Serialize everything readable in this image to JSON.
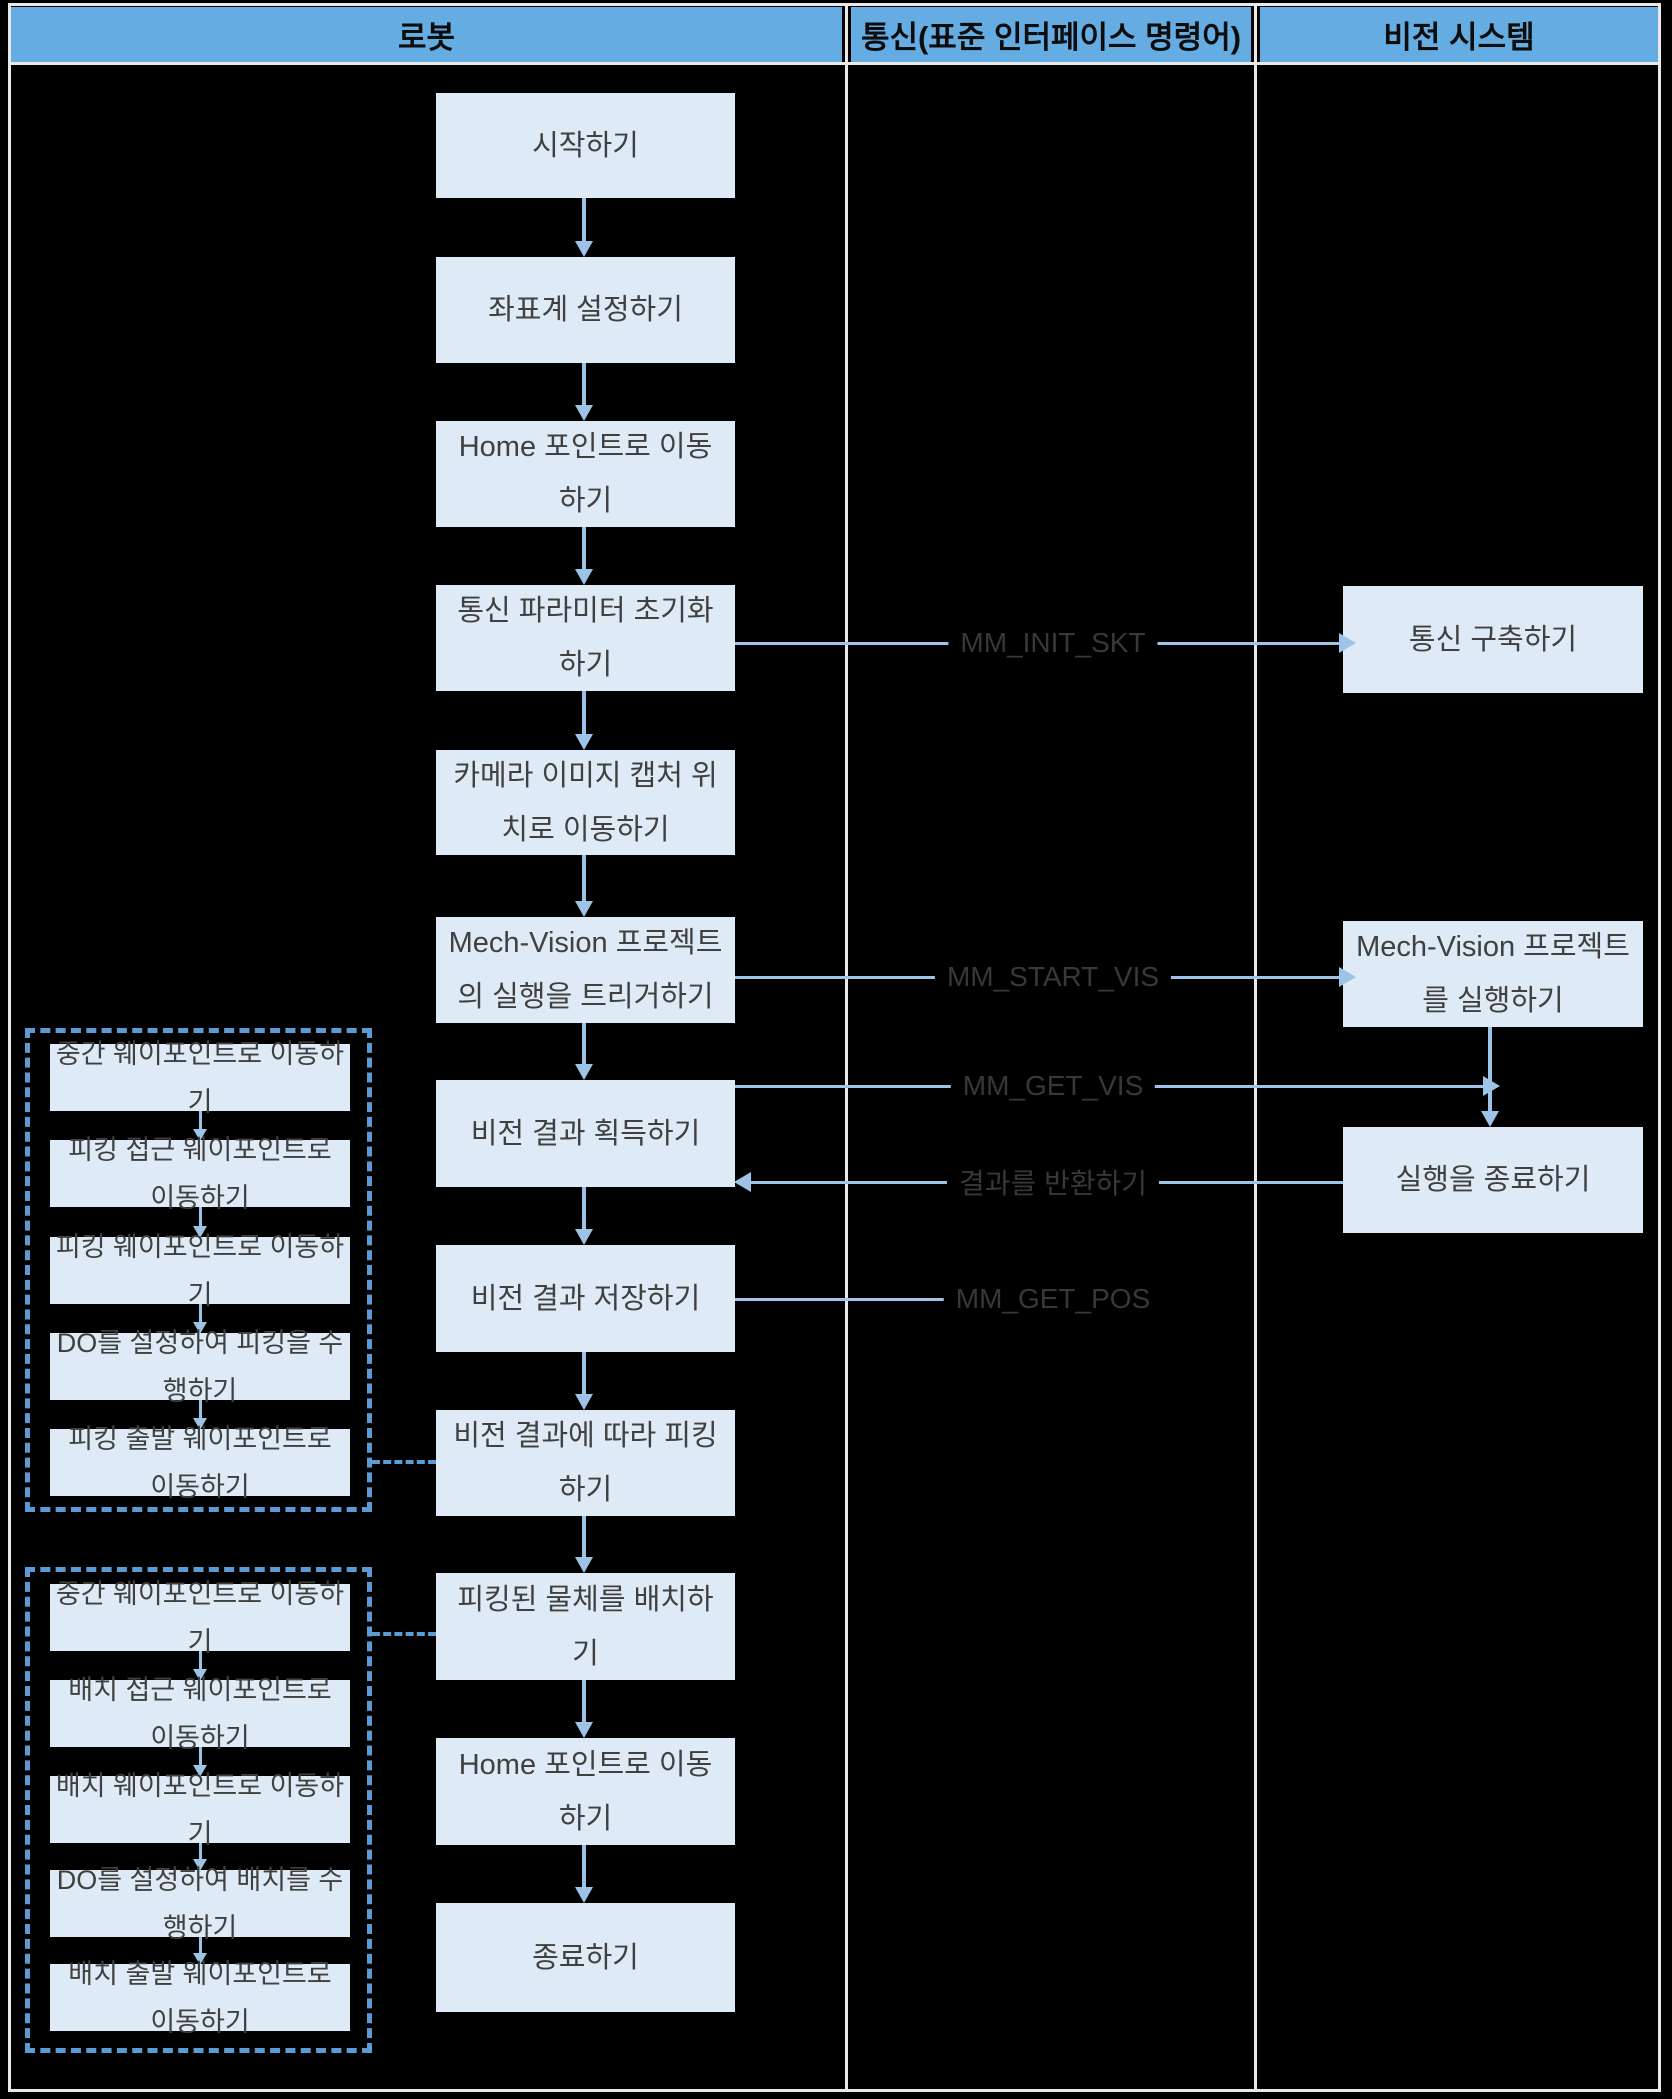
{
  "header": {
    "columns": [
      "로봇",
      "통신(표준 인터페이스 명령어)",
      "비전 시스템"
    ]
  },
  "robot": {
    "steps": [
      "시작하기",
      "좌표계 설정하기",
      "Home 포인트로 이동하기",
      "통신 파라미터 초기화하기",
      "카메라 이미지 캡처 위치로 이동하기",
      "Mech-Vision 프로젝트의 실행을 트리거하기",
      "비전 결과 획득하기",
      "비전 결과 저장하기",
      "비전 결과에 따라 피킹하기",
      "피킹된 물체를 배치하기",
      "Home 포인트로 이동하기",
      "종료하기"
    ]
  },
  "vision": {
    "steps": [
      "통신 구축하기",
      "Mech-Vision 프로젝트를 실행하기",
      "실행을 종료하기"
    ]
  },
  "picking_group": {
    "steps": [
      "중간 웨이포인트로 이동하기",
      "피킹 접근 웨이포인트로 이동하기",
      "피킹 웨이포인트로 이동하기",
      "DO를 설정하여 피킹을 수행하기",
      "피킹 출발 웨이포인트로 이동하기"
    ]
  },
  "placing_group": {
    "steps": [
      "중간 웨이포인트로 이동하기",
      "배치 접근 웨이포인트로 이동하기",
      "배치 웨이포인트로 이동하기",
      "DO를 설정하여 배치를 수행하기",
      "배치 출발 웨이포인트로 이동하기"
    ]
  },
  "messages": [
    "MM_INIT_SKT",
    "MM_START_VIS",
    "MM_GET_VIS",
    "결과를 반환하기",
    "MM_GET_POS"
  ],
  "colors": {
    "background": "#000000",
    "header_fill": "#64ACE2",
    "header_text": "#0D0D0D",
    "box_fill": "#DEEBF7",
    "box_text": "#404040",
    "arrow_blue": "#9DC3E6",
    "dashed_blue": "#5B9BD5",
    "divider": "#E9E9E9",
    "label_text": "#383838"
  }
}
